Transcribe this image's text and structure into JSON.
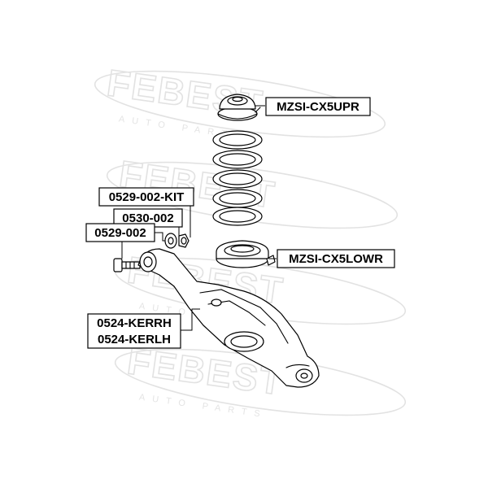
{
  "watermark": {
    "brand": "FEBEST",
    "tagline": "AUTO PARTS"
  },
  "callouts": {
    "upper_mount": "MZSI-CX5UPR",
    "lower_mount": "MZSI-CX5LOWR",
    "bolt_kit": "0529-002-KIT",
    "washer": "0530-002",
    "bolt": "0529-002",
    "arm_right": "0524-KERRH",
    "arm_left": "0524-KERLH"
  },
  "colors": {
    "ink": "#000000",
    "watermark": "#e2e2e2",
    "background": "#ffffff"
  }
}
